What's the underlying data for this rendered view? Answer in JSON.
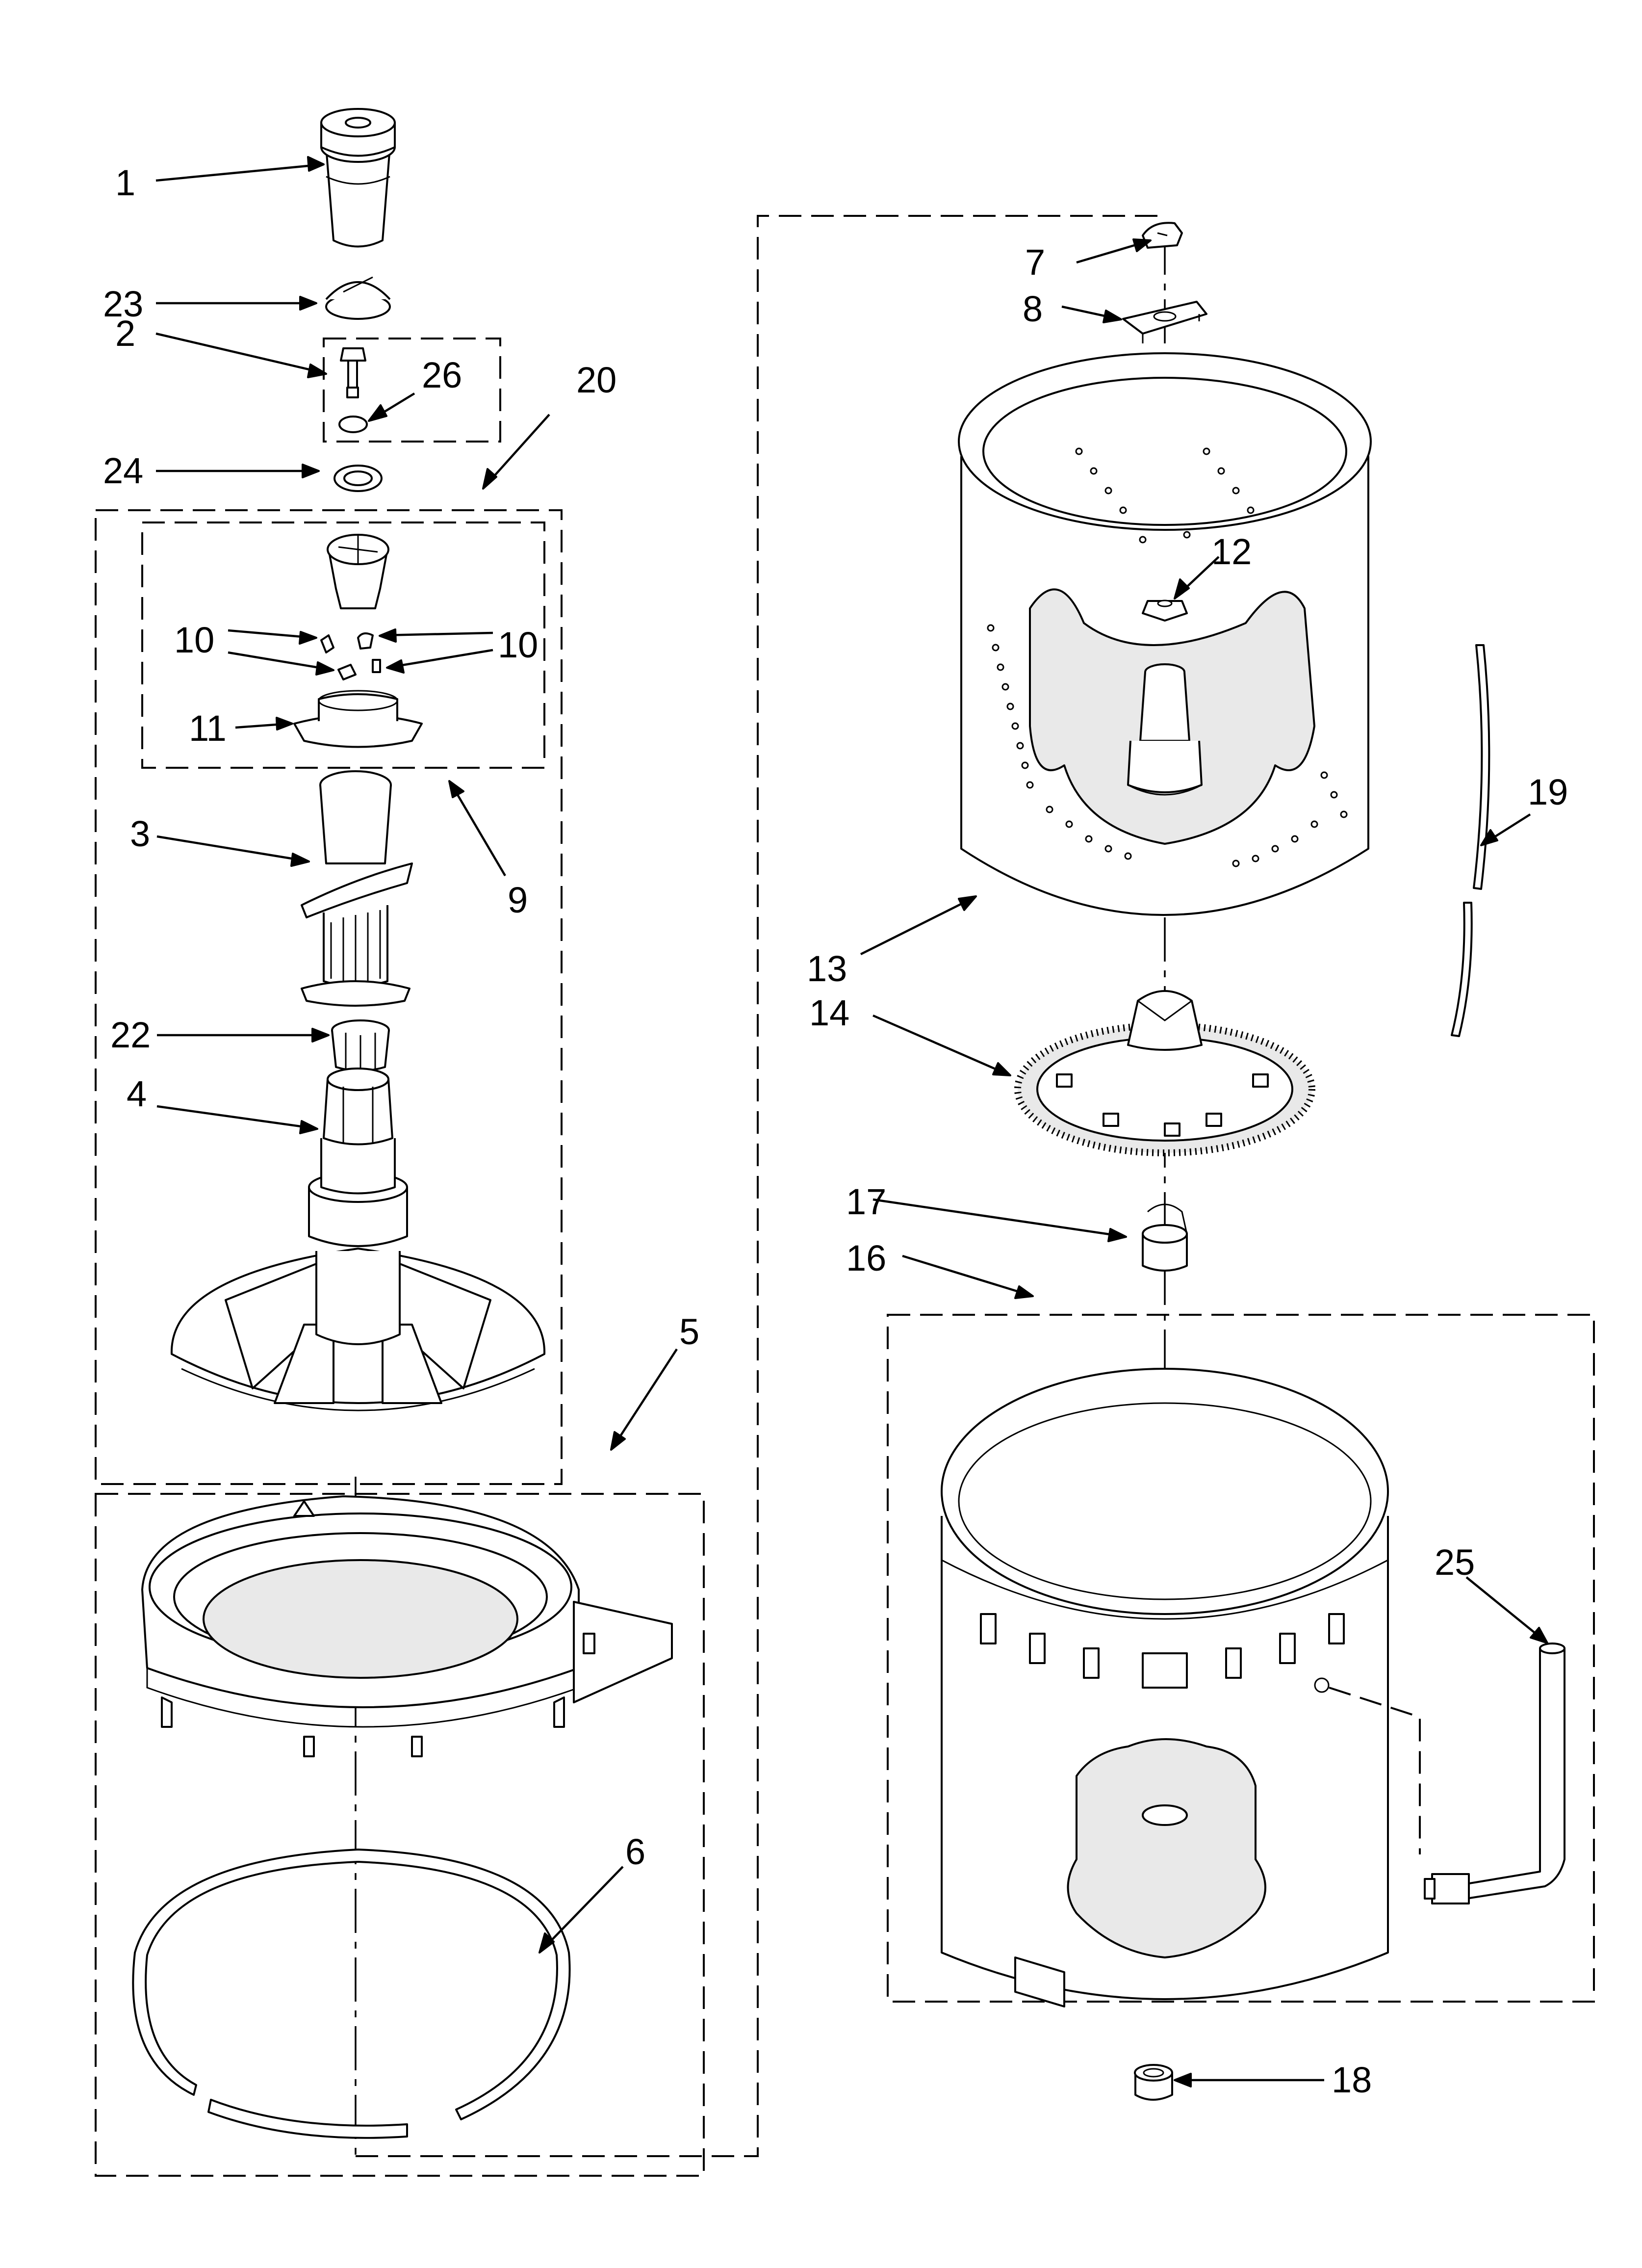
{
  "callouts": [
    {
      "id": "c1",
      "text": "1"
    },
    {
      "id": "c23",
      "text": "23"
    },
    {
      "id": "c2",
      "text": "2"
    },
    {
      "id": "c26",
      "text": "26"
    },
    {
      "id": "c20",
      "text": "20"
    },
    {
      "id": "c24",
      "text": "24"
    },
    {
      "id": "c10a",
      "text": "10"
    },
    {
      "id": "c10b",
      "text": "10"
    },
    {
      "id": "c11",
      "text": "11"
    },
    {
      "id": "c9",
      "text": "9"
    },
    {
      "id": "c3",
      "text": "3"
    },
    {
      "id": "c22",
      "text": "22"
    },
    {
      "id": "c4",
      "text": "4"
    },
    {
      "id": "c5",
      "text": "5"
    },
    {
      "id": "c6",
      "text": "6"
    },
    {
      "id": "c7",
      "text": "7"
    },
    {
      "id": "c8",
      "text": "8"
    },
    {
      "id": "c12",
      "text": "12"
    },
    {
      "id": "c19",
      "text": "19"
    },
    {
      "id": "c13",
      "text": "13"
    },
    {
      "id": "c14",
      "text": "14"
    },
    {
      "id": "c17",
      "text": "17"
    },
    {
      "id": "c16",
      "text": "16"
    },
    {
      "id": "c25",
      "text": "25"
    },
    {
      "id": "c18",
      "text": "18"
    }
  ]
}
